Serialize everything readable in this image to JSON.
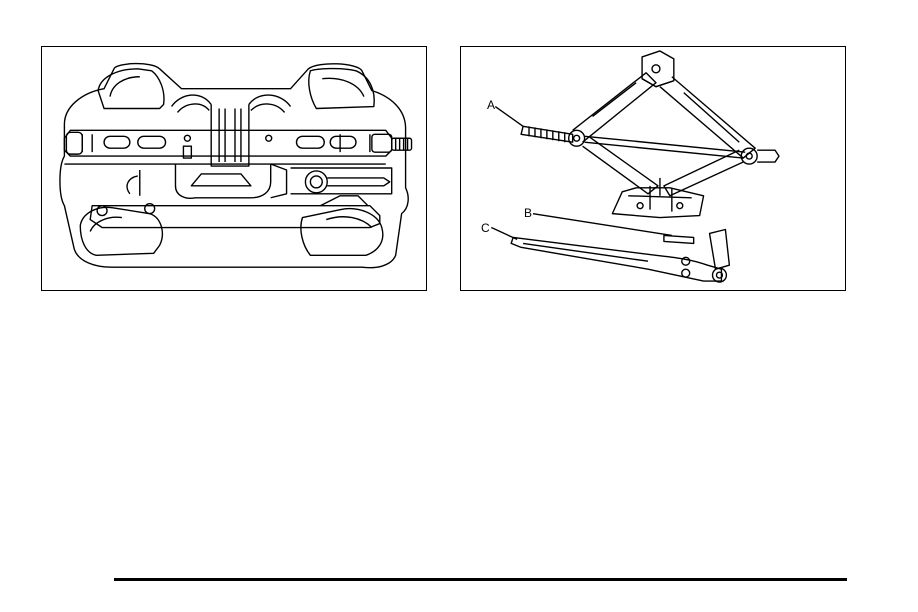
{
  "figures": {
    "left": {
      "icon": "jack-storage-tray-illustration"
    },
    "right": {
      "icon": "scissor-jack-and-tools-illustration",
      "callouts": {
        "a": "A",
        "b": "B",
        "c": "C"
      }
    }
  },
  "colors": {
    "ink": "#000000",
    "paper": "#ffffff"
  }
}
